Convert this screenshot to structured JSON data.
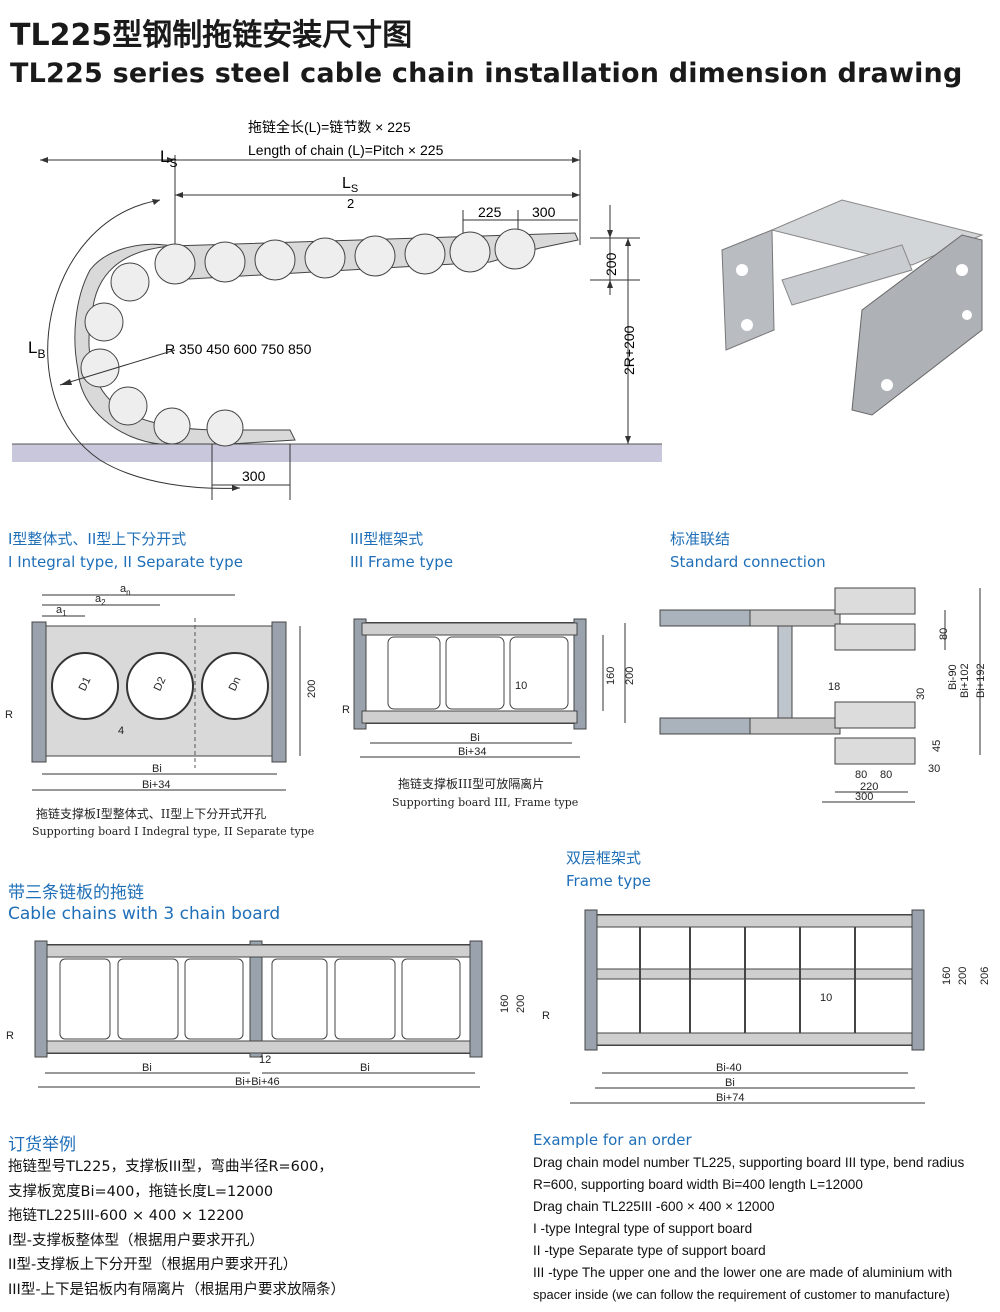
{
  "title": {
    "cn": "TL225型钢制拖链安装尺寸图",
    "en": "TL225 series steel cable chain installation dimension drawing"
  },
  "main_drawing": {
    "length_cn": "拖链全长(L)=链节数 × 225",
    "length_en": "Length of chain (L)=Pitch × 225",
    "ls": "L",
    "ls_sub": "S",
    "ls_half_num": "L",
    "ls_half_den": "2",
    "lb": "L",
    "lb_sub": "B",
    "dim_225": "225",
    "dim_300_top": "300",
    "dim_200": "200",
    "dim_2r200": "2R+200",
    "radius_label": "R 350   450   600   750   850",
    "dim_300_bottom": "300"
  },
  "section_integral": {
    "title_cn": "I型整体式、II型上下分开式",
    "title_en": "I Integral type, II Separate type",
    "an": "a",
    "an_sub": "n",
    "a2": "a",
    "a2_sub": "2",
    "a1": "a",
    "a1_sub": "1",
    "d1": "D1",
    "d2": "D2",
    "dn": "Dn",
    "dim_4": "4",
    "dim_200": "200",
    "r": "R",
    "bi": "Bi",
    "bi34": "Bi+34",
    "caption_cn": "拖链支撑板I型整体式、II型上下分开式开孔",
    "caption_en": "Supporting board I Indegral type, II Separate type"
  },
  "section_frame": {
    "title_cn": "III型框架式",
    "title_en": "III Frame type",
    "dim_10": "10",
    "dim_160": "160",
    "dim_200": "200",
    "r": "R",
    "bi": "Bi",
    "bi34": "Bi+34",
    "caption_cn": "拖链支撑板III型可放隔离片",
    "caption_en": "Supporting board III, Frame type"
  },
  "section_connection": {
    "title_cn": "标准联结",
    "title_en": "Standard connection",
    "dim_80v": "80",
    "dim_bi90": "Bi-90",
    "dim_bi102": "Bi+102",
    "dim_bi192": "Bi+192",
    "dim_18": "18",
    "dim_30a": "30",
    "dim_45": "45",
    "dim_30b": "30",
    "dim_80a": "80",
    "dim_80b": "80",
    "dim_220": "220",
    "dim_300": "300"
  },
  "section_three": {
    "title_cn": "带三条链板的拖链",
    "title_en": "Cable chains with 3 chain board",
    "dim_160": "160",
    "dim_200": "200",
    "r": "R",
    "bi_left": "Bi",
    "bi_right": "Bi",
    "dim_12": "12",
    "total": "Bi+Bi+46"
  },
  "section_double": {
    "title_cn": "双层框架式",
    "title_en": "Frame type",
    "dim_10": "10",
    "dim_160": "160",
    "dim_200": "200",
    "dim_206": "206",
    "r": "R",
    "bi40": "Bi-40",
    "bi": "Bi",
    "bi74": "Bi+74"
  },
  "order_cn": {
    "title": "订货举例",
    "lines": [
      "拖链型号TL225，支撑板III型，弯曲半径R=600，",
      "支撑板宽度Bi=400，拖链长度L=12000",
      "拖链TL225III-600 × 400 × 12200",
      "I型-支撑板整体型（根据用户要求开孔）",
      "II型-支撑板上下分开型（根据用户要求开孔）",
      "III型-上下是铝板内有隔离片（根据用户要求放隔条）"
    ]
  },
  "order_en": {
    "title": "Example for an order",
    "lines": [
      "Drag chain model number TL225, supporting board III type, bend radius",
      "R=600, supporting board width Bi=400 length L=12000",
      "Drag chain TL225III -600 × 400 × 12000",
      "I -type Integral type of support board",
      "II -type Separate type of support board",
      "III -type The upper one and the lower one are made of aluminium with",
      "spacer inside  (we can follow the requirement of customer to manufacture)"
    ]
  },
  "colors": {
    "accent": "#1f6fb8",
    "floor": "#c9c7dc",
    "plate": "#d4d4d4",
    "metal": "#a9adb3"
  }
}
